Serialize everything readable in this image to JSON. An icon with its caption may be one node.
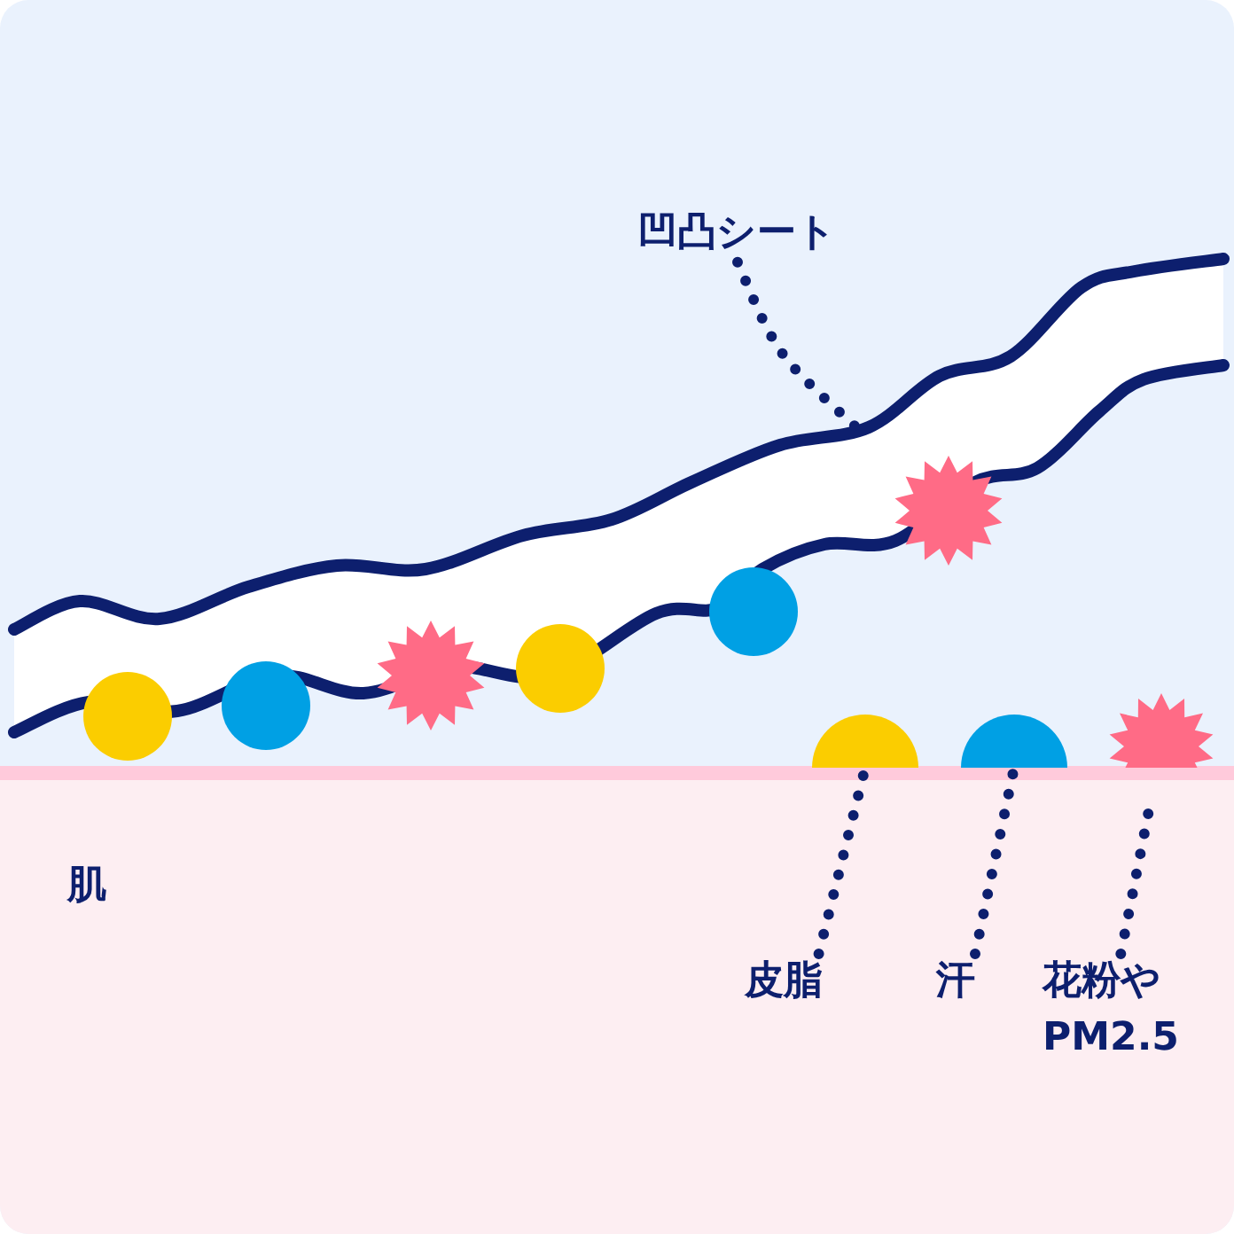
{
  "diagram": {
    "nodes": [
      {
        "text": [
          "凹凸シート"
        ]
      },
      {
        "text": [],
        "shape": "band"
      },
      {
        "text": [
          "肌"
        ]
      },
      {
        "text": [
          "皮脂"
        ],
        "in": 2
      },
      {
        "text": [
          "汗"
        ],
        "in": 2
      },
      {
        "text": [
          "花粉や PM2.5"
        ],
        "in": 2
      },
      {
        "text": [],
        "shape": "circle"
      },
      {
        "text": [],
        "shape": "circle"
      },
      {
        "text": [],
        "shape": "star"
      }
    ],
    "edges": [
      {
        "from": 0,
        "to": 1,
        "arrow": "none"
      },
      {
        "from": 3,
        "to": 6,
        "arrow": "none"
      },
      {
        "from": 4,
        "to": 7,
        "arrow": "none"
      },
      {
        "from": 5,
        "to": 8,
        "arrow": "none"
      }
    ]
  }
}
